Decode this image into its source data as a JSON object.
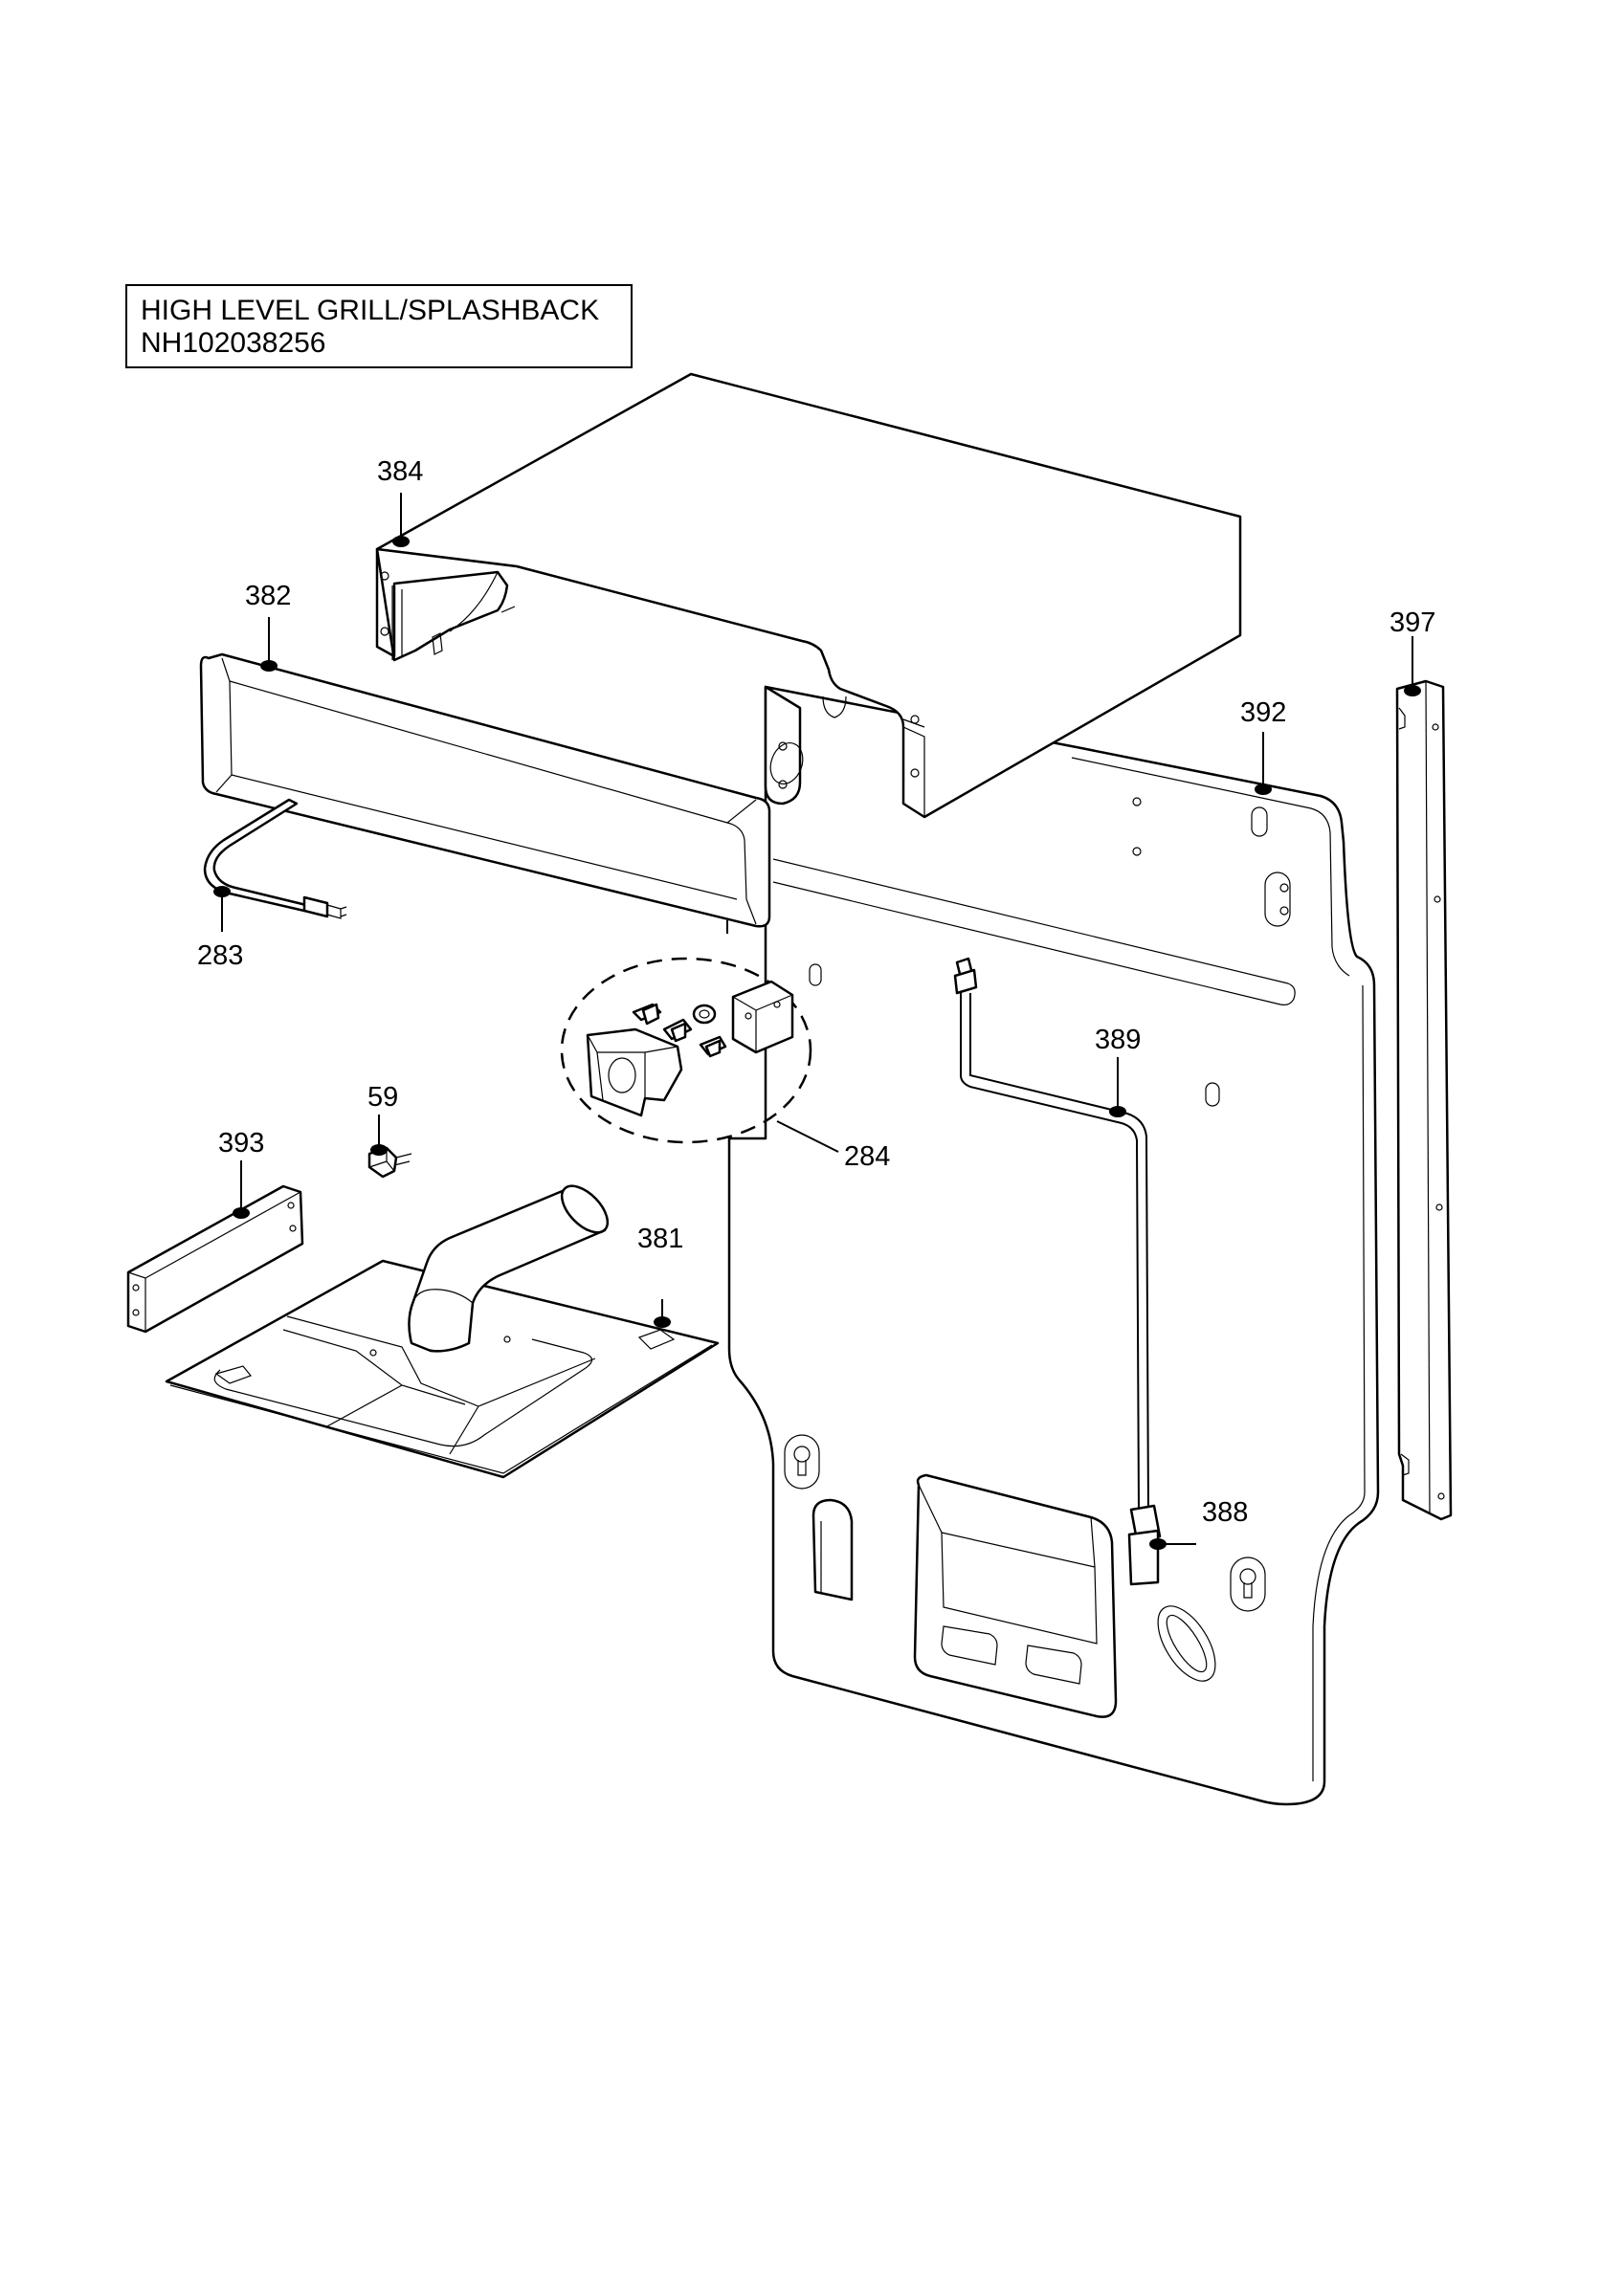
{
  "title": {
    "line1": "HIGH LEVEL GRILL/SPLASHBACK",
    "line2": "NH102038256"
  },
  "callouts": [
    {
      "id": "384",
      "label": "384"
    },
    {
      "id": "382",
      "label": "382"
    },
    {
      "id": "397",
      "label": "397"
    },
    {
      "id": "392",
      "label": "392"
    },
    {
      "id": "283",
      "label": "283"
    },
    {
      "id": "389",
      "label": "389"
    },
    {
      "id": "59",
      "label": "59"
    },
    {
      "id": "393",
      "label": "393"
    },
    {
      "id": "284",
      "label": "284"
    },
    {
      "id": "381",
      "label": "381"
    },
    {
      "id": "388",
      "label": "388"
    }
  ]
}
